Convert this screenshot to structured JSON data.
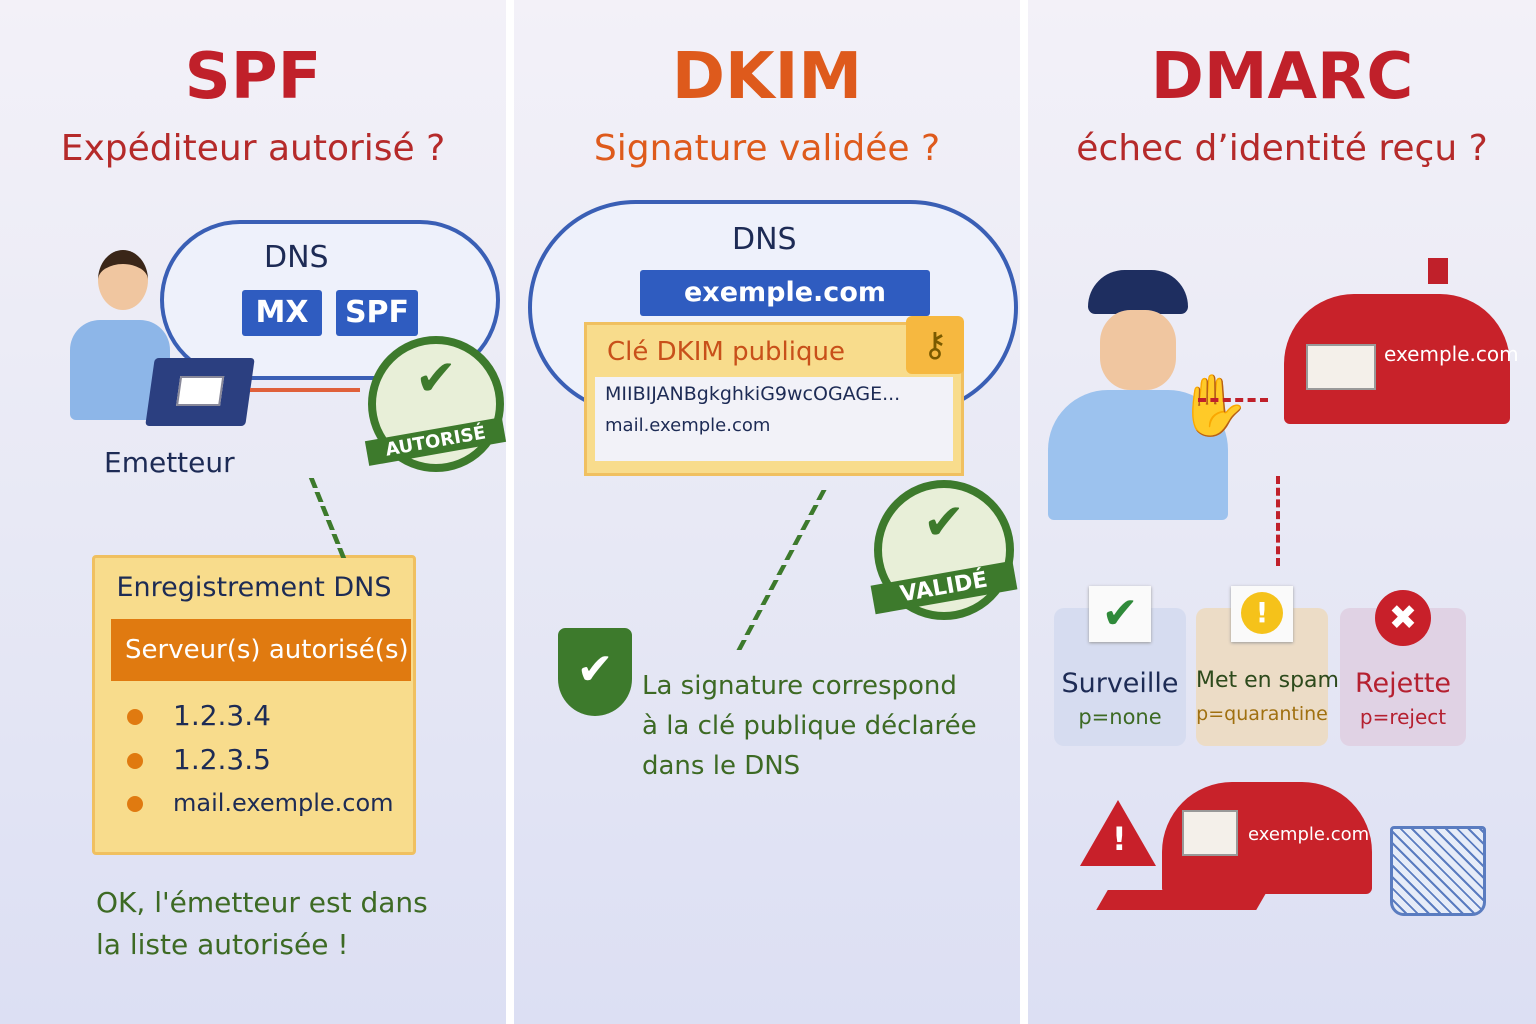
{
  "spf": {
    "title": "SPF",
    "subtitle": "Expéditeur autorisé ?",
    "cloud_label": "DNS",
    "tags": [
      "MX",
      "SPF"
    ],
    "sender_label": "Emetteur",
    "seal": "AUTORISÉ",
    "record_title": "Enregistrement DNS",
    "record_header": "Serveur(s) autorisé(s)",
    "record_items": [
      "1.2.3.4",
      "1.2.3.5",
      "mail.exemple.com"
    ],
    "conclusion_line1": "OK, l'émetteur est dans",
    "conclusion_line2": "la liste autorisée !"
  },
  "dkim": {
    "title": "DKIM",
    "subtitle": "Signature validée ?",
    "cloud_label": "DNS",
    "domain": "exemple.com",
    "key_title": "Clé DKIM publique",
    "key_value": "MIIBIJANBgkghkiG9wcOGAGE...",
    "key_host": "mail.exemple.com",
    "seal": "VALIDÉ",
    "conclusion_line1": "La signature correspond",
    "conclusion_line2": "à la clé publique déclarée",
    "conclusion_line3": "dans le DNS"
  },
  "dmarc": {
    "title": "DMARC",
    "subtitle": "échec d’identité reçu ?",
    "mailbox_label": "exemple.com",
    "policies": [
      {
        "label": "Surveille",
        "value": "p=none",
        "icon": "check-icon"
      },
      {
        "label": "Met en spam",
        "value": "p=quarantine",
        "icon": "warning-icon"
      },
      {
        "label": "Rejette",
        "value": "p=reject",
        "icon": "x-icon"
      }
    ],
    "bottom_mailbox_label": "exemple.com"
  },
  "colors": {
    "spf": "#c0202a",
    "dkim": "#de5a1c",
    "dmarc": "#c0202a",
    "green": "#3d7a2c",
    "blue": "#2f5cc0",
    "orange": "#e07a10"
  }
}
